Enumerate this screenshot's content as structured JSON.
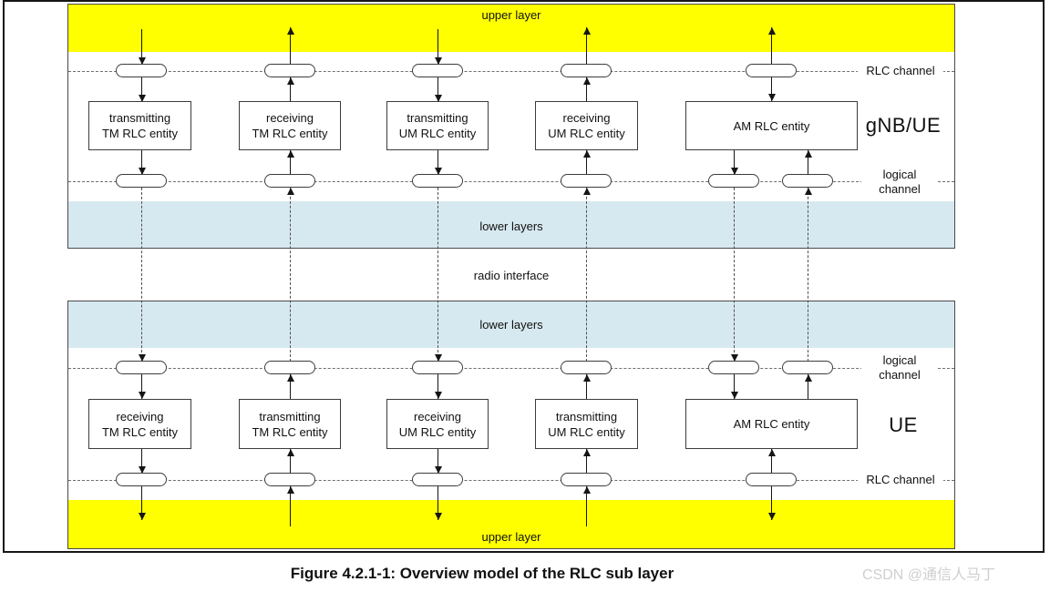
{
  "figure": {
    "caption": "Figure 4.2.1-1: Overview model of the RLC sub layer",
    "watermark": "CSDN @通信人马丁"
  },
  "diagram": {
    "upper_layer_label": "upper layer",
    "lower_layers_label": "lower layers",
    "radio_interface_label": "radio interface",
    "rlc_channel_label": "RLC channel",
    "logical_label": "logical",
    "channel_label": "channel",
    "gnb_ue_label": "gNB/UE",
    "ue_label": "UE",
    "top_entities": [
      {
        "line1": "transmitting",
        "line2": "TM RLC entity"
      },
      {
        "line1": "receiving",
        "line2": "TM RLC entity"
      },
      {
        "line1": "transmitting",
        "line2": "UM RLC entity"
      },
      {
        "line1": "receiving",
        "line2": "UM RLC entity"
      },
      {
        "line1": "AM RLC entity"
      }
    ],
    "bottom_entities": [
      {
        "line1": "receiving",
        "line2": "TM RLC entity"
      },
      {
        "line1": "transmitting",
        "line2": "TM RLC entity"
      },
      {
        "line1": "receiving",
        "line2": "UM RLC entity"
      },
      {
        "line1": "transmitting",
        "line2": "UM RLC entity"
      },
      {
        "line1": "AM RLC entity"
      }
    ],
    "colors": {
      "upper_layer_band": "#FFFF00",
      "lower_layers_band": "#D7E9F0",
      "arrow": "#151515",
      "watermark": "#CFCFCF"
    }
  }
}
